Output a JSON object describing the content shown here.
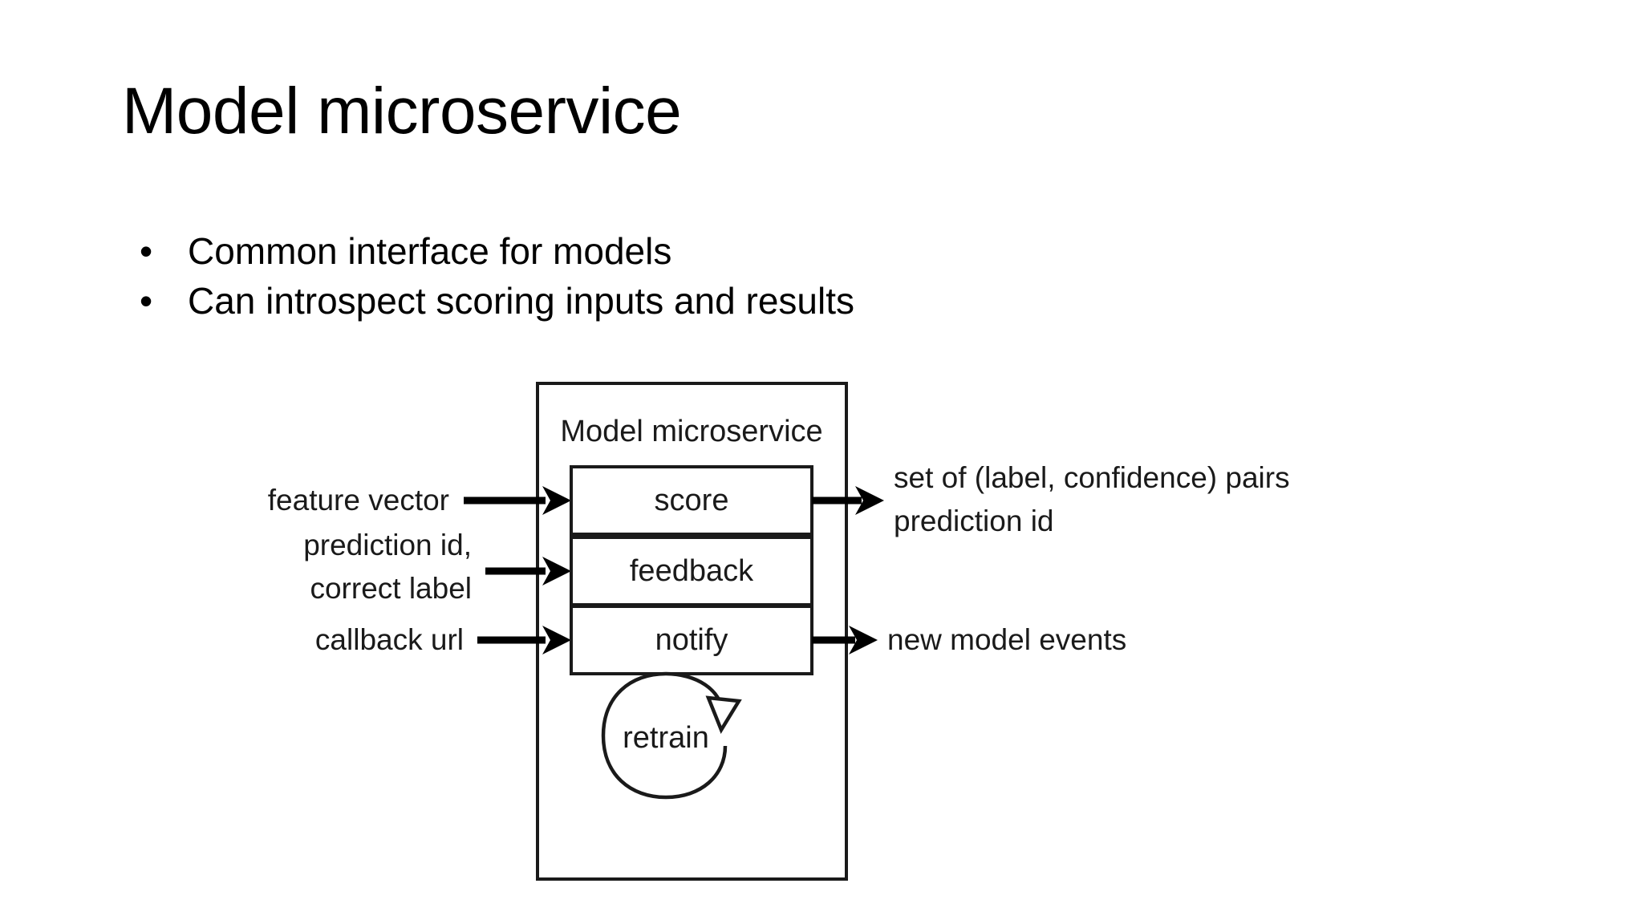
{
  "slide": {
    "title": "Model microservice",
    "background_color": "#ffffff",
    "text_color": "#000000",
    "bullets": [
      {
        "marker": "•",
        "text": "Common interface for models"
      },
      {
        "marker": "•",
        "text": "Can introspect scoring inputs and results"
      }
    ]
  },
  "diagram": {
    "container_label": "Model microservice",
    "stroke_color": "#1a1a1a",
    "arrow_color": "#000000",
    "fill_color": "#ffffff",
    "endpoints": [
      {
        "name": "score",
        "label": "score",
        "input_label": "feature vector",
        "has_input_arrow": true,
        "has_output_arrow": true,
        "output_labels": [
          "set of (label, confidence) pairs",
          "prediction id"
        ]
      },
      {
        "name": "feedback",
        "label": "feedback",
        "input_label_lines": [
          "prediction id,",
          "correct label"
        ],
        "has_input_arrow": true,
        "has_output_arrow": false,
        "output_labels": []
      },
      {
        "name": "notify",
        "label": "notify",
        "input_label": "callback url",
        "has_input_arrow": true,
        "has_output_arrow": true,
        "output_labels": [
          "new model events"
        ]
      }
    ],
    "loop": {
      "name": "retrain",
      "label": "retrain",
      "arrowhead_style": "hollow",
      "direction": "clockwise"
    }
  }
}
